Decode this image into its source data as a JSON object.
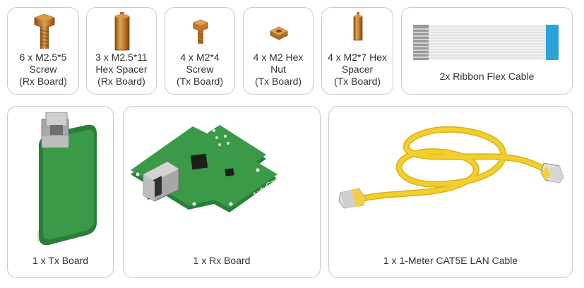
{
  "items": [
    {
      "lines": [
        "6 x M2.5*5",
        "Screw",
        "(Rx Board)"
      ]
    },
    {
      "lines": [
        "3 x M2.5*11",
        "Hex Spacer",
        "(Rx Board)"
      ]
    },
    {
      "lines": [
        "4 x M2*4",
        "Screw",
        "(Tx Board)"
      ]
    },
    {
      "lines": [
        "4 x M2 Hex",
        "Nut",
        "(Tx Board)"
      ]
    },
    {
      "lines": [
        "4 x M2*7 Hex",
        "Spacer",
        "(Tx Board)"
      ]
    },
    {
      "lines": [
        "2x Ribbon Flex Cable"
      ]
    },
    {
      "lines": [
        "1 x Tx Board"
      ]
    },
    {
      "lines": [
        "1 x Rx Board"
      ]
    },
    {
      "lines": [
        "1 x 1-Meter CAT5E LAN Cable"
      ]
    }
  ],
  "board_logo": "ArduCam",
  "colors": {
    "brass": "#c07a2a",
    "pcb": "#2e8b3e",
    "cable": "#f2cf2a",
    "ribbon_stiffener": "#2aa3d8"
  }
}
